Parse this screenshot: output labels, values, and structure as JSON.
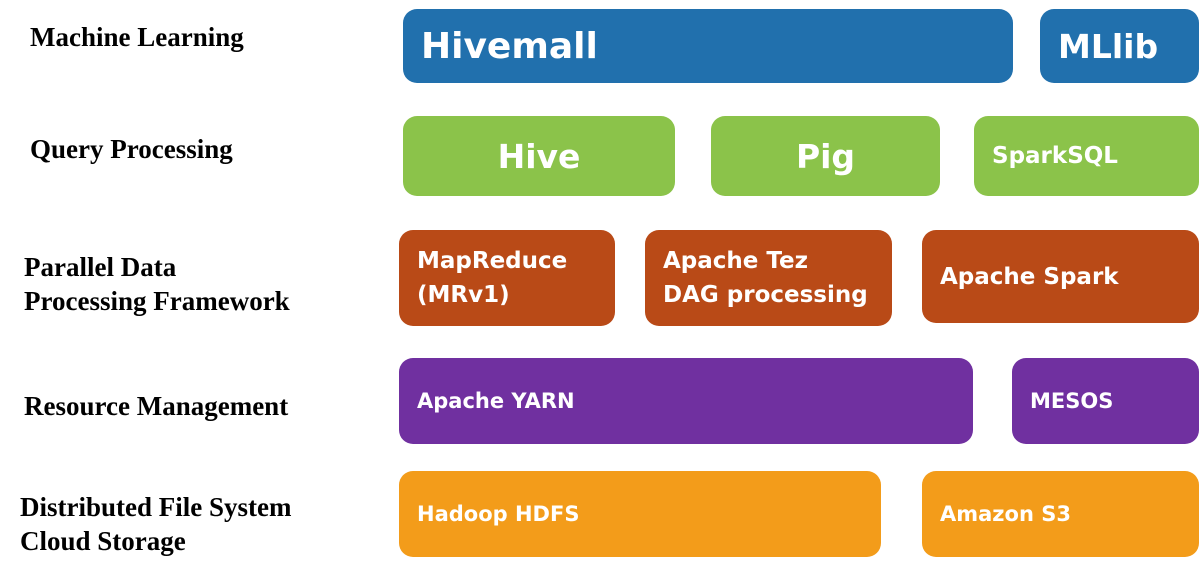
{
  "layers": {
    "machine_learning": {
      "label": "Machine Learning",
      "boxes": [
        "Hivemall",
        "MLlib"
      ]
    },
    "query_processing": {
      "label": "Query Processing",
      "boxes": [
        "Hive",
        "Pig",
        "SparkSQL"
      ]
    },
    "parallel_processing": {
      "label_line1": "Parallel Data",
      "label_line2": "Processing Framework",
      "boxes": [
        {
          "line1": "MapReduce",
          "line2": "(MRv1)"
        },
        {
          "line1": "Apache Tez",
          "line2": "DAG processing"
        },
        {
          "line1": "Apache Spark"
        }
      ]
    },
    "resource_management": {
      "label": "Resource Management",
      "boxes": [
        "Apache YARN",
        "MESOS"
      ]
    },
    "storage": {
      "label_line1": "Distributed File System",
      "label_line2": "Cloud Storage",
      "boxes": [
        "Hadoop HDFS",
        "Amazon S3"
      ]
    }
  },
  "colors": {
    "machine_learning": "#2170ad",
    "query_processing": "#8bc34a",
    "parallel_processing": "#b94a17",
    "resource_management": "#7030a0",
    "storage": "#f39c1a"
  }
}
